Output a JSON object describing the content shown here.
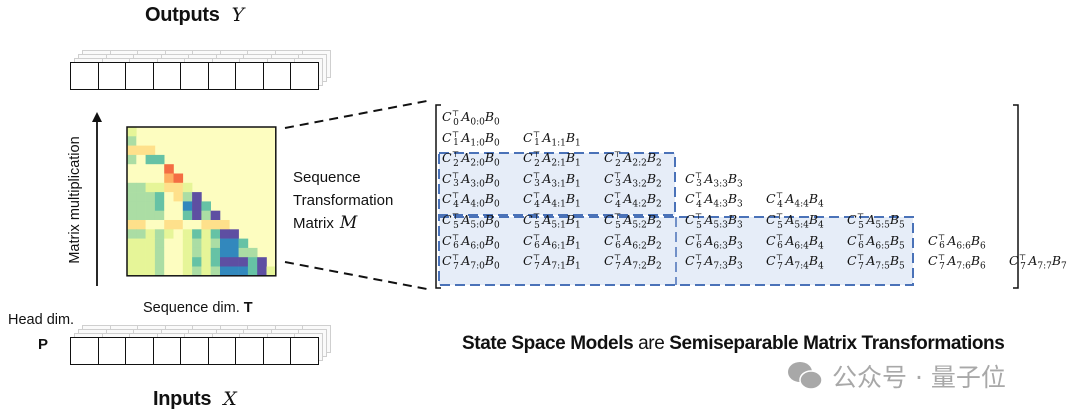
{
  "outputs": {
    "label": "Outputs",
    "var": "Y"
  },
  "inputs": {
    "label": "Inputs",
    "var": "X"
  },
  "axis_label": "Matrix multiplication",
  "head_dim": {
    "label": "Head dim.",
    "var": "P"
  },
  "seq_dim": {
    "label": "Sequence dim.",
    "var": "T"
  },
  "matrix_label": {
    "line1": "Sequence",
    "line2": "Transformation",
    "line3": "Matrix",
    "var": "M"
  },
  "caption": {
    "p1": "State Space Models",
    "p2": " are ",
    "p3": "Semiseparable Matrix Transformations"
  },
  "watermark": "公众号 · 量子位",
  "symbols": {
    "C": "C",
    "T": "⊤",
    "A": "A",
    "B": "B"
  },
  "colors": {
    "box_stroke": "#4a72b8",
    "box_fill": "#e6edf8",
    "heat_bg": "#fdfdc0"
  },
  "heatmap": [
    [
      0.45
    ],
    [
      0.35,
      0.5
    ],
    [
      0.65,
      0.7,
      0.65
    ],
    [
      0.35,
      0.5,
      0.25,
      0.22
    ],
    [
      0.55,
      0.6,
      0.6,
      0.5,
      0.88
    ],
    [
      0.6,
      0.6,
      0.6,
      0.52,
      0.75,
      0.9
    ],
    [
      0.38,
      0.38,
      0.45,
      0.4,
      0.62,
      0.72,
      0.48
    ],
    [
      0.3,
      0.35,
      0.3,
      0.25,
      0.5,
      0.62,
      0.35,
      0.02
    ],
    [
      0.3,
      0.3,
      0.3,
      0.22,
      0.6,
      0.6,
      0.15,
      0.02,
      0.22
    ],
    [
      0.35,
      0.35,
      0.38,
      0.28,
      0.5,
      0.6,
      0.2,
      0.05,
      0.35,
      0.02
    ],
    [
      0.62,
      0.62,
      0.6,
      0.6,
      0.68,
      0.68,
      0.55,
      0.52,
      0.65,
      0.65,
      0.65
    ],
    [
      0.38,
      0.38,
      0.4,
      0.35,
      0.48,
      0.55,
      0.4,
      0.2,
      0.45,
      0.2,
      0.03,
      0.03
    ],
    [
      0.4,
      0.4,
      0.4,
      0.35,
      0.5,
      0.55,
      0.42,
      0.32,
      0.45,
      0.3,
      0.1,
      0.1,
      0.22
    ],
    [
      0.4,
      0.4,
      0.42,
      0.38,
      0.5,
      0.52,
      0.42,
      0.32,
      0.45,
      0.25,
      0.1,
      0.12,
      0.3,
      0.35
    ],
    [
      0.42,
      0.42,
      0.42,
      0.35,
      0.5,
      0.52,
      0.42,
      0.22,
      0.45,
      0.2,
      0.02,
      0.02,
      0.02,
      0.22,
      0.03
    ],
    [
      0.42,
      0.42,
      0.42,
      0.38,
      0.5,
      0.52,
      0.42,
      0.32,
      0.45,
      0.3,
      0.1,
      0.1,
      0.12,
      0.22,
      0.03,
      0.45
    ]
  ],
  "matrix": [
    [
      {
        "c": "0",
        "a": "0:0",
        "b": "0"
      }
    ],
    [
      {
        "c": "1",
        "a": "1:0",
        "b": "0"
      },
      {
        "c": "1",
        "a": "1:1",
        "b": "1"
      }
    ],
    [
      {
        "c": "2",
        "a": "2:0",
        "b": "0"
      },
      {
        "c": "2",
        "a": "2:1",
        "b": "1"
      },
      {
        "c": "2",
        "a": "2:2",
        "b": "2"
      }
    ],
    [
      {
        "c": "3",
        "a": "3:0",
        "b": "0"
      },
      {
        "c": "3",
        "a": "3:1",
        "b": "1"
      },
      {
        "c": "3",
        "a": "3:2",
        "b": "2"
      },
      {
        "c": "3",
        "a": "3:3",
        "b": "3"
      }
    ],
    [
      {
        "c": "4",
        "a": "4:0",
        "b": "0"
      },
      {
        "c": "4",
        "a": "4:1",
        "b": "1"
      },
      {
        "c": "4",
        "a": "4:2",
        "b": "2"
      },
      {
        "c": "4",
        "a": "4:3",
        "b": "3"
      },
      {
        "c": "4",
        "a": "4:4",
        "b": "4"
      }
    ],
    [
      {
        "c": "5",
        "a": "5:0",
        "b": "0"
      },
      {
        "c": "5",
        "a": "5:1",
        "b": "1"
      },
      {
        "c": "5",
        "a": "5:2",
        "b": "2"
      },
      {
        "c": "5",
        "a": "5:3",
        "b": "3"
      },
      {
        "c": "5",
        "a": "5:4",
        "b": "4"
      },
      {
        "c": "5",
        "a": "5:5",
        "b": "5"
      }
    ],
    [
      {
        "c": "6",
        "a": "6:0",
        "b": "0"
      },
      {
        "c": "6",
        "a": "6:1",
        "b": "1"
      },
      {
        "c": "6",
        "a": "6:2",
        "b": "2"
      },
      {
        "c": "6",
        "a": "6:3",
        "b": "3"
      },
      {
        "c": "6",
        "a": "6:4",
        "b": "4"
      },
      {
        "c": "6",
        "a": "6:5",
        "b": "5"
      },
      {
        "c": "6",
        "a": "6:6",
        "b": "6"
      }
    ],
    [
      {
        "c": "7",
        "a": "7:0",
        "b": "0"
      },
      {
        "c": "7",
        "a": "7:1",
        "b": "1"
      },
      {
        "c": "7",
        "a": "7:2",
        "b": "2"
      },
      {
        "c": "7",
        "a": "7:3",
        "b": "3"
      },
      {
        "c": "7",
        "a": "7:4",
        "b": "4"
      },
      {
        "c": "7",
        "a": "7:5",
        "b": "5"
      },
      {
        "c": "7",
        "a": "7:6",
        "b": "6"
      },
      {
        "c": "7",
        "a": "7:7",
        "b": "7"
      }
    ]
  ]
}
